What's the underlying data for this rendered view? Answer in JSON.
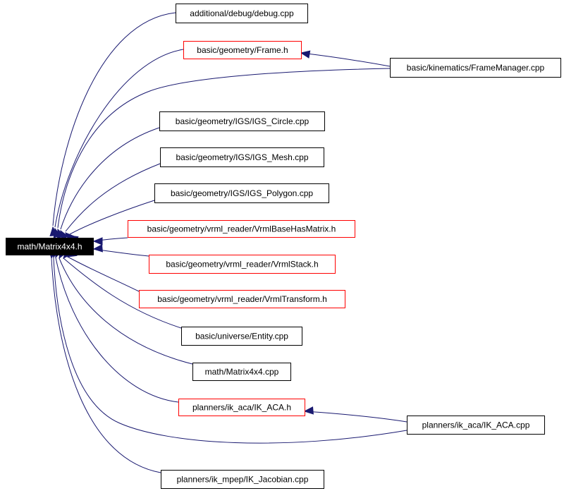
{
  "graph": {
    "root": {
      "id": "root",
      "label": "math/Matrix4x4.h"
    },
    "nodes": [
      {
        "id": "debug",
        "label": "additional/debug/debug.cpp",
        "border": "#000000"
      },
      {
        "id": "frame",
        "label": "basic/geometry/Frame.h",
        "border": "#ff0000"
      },
      {
        "id": "framemgr",
        "label": "basic/kinematics/FrameManager.cpp",
        "border": "#000000"
      },
      {
        "id": "circle",
        "label": "basic/geometry/IGS/IGS_Circle.cpp",
        "border": "#000000"
      },
      {
        "id": "mesh",
        "label": "basic/geometry/IGS/IGS_Mesh.cpp",
        "border": "#000000"
      },
      {
        "id": "polygon",
        "label": "basic/geometry/IGS/IGS_Polygon.cpp",
        "border": "#000000"
      },
      {
        "id": "vrmlbase",
        "label": "basic/geometry/vrml_reader/VrmlBaseHasMatrix.h",
        "border": "#ff0000"
      },
      {
        "id": "vrmlstack",
        "label": "basic/geometry/vrml_reader/VrmlStack.h",
        "border": "#ff0000"
      },
      {
        "id": "vrmltrans",
        "label": "basic/geometry/vrml_reader/VrmlTransform.h",
        "border": "#ff0000"
      },
      {
        "id": "entity",
        "label": "basic/universe/Entity.cpp",
        "border": "#000000"
      },
      {
        "id": "matrixcpp",
        "label": "math/Matrix4x4.cpp",
        "border": "#000000"
      },
      {
        "id": "ikacah",
        "label": "planners/ik_aca/IK_ACA.h",
        "border": "#ff0000"
      },
      {
        "id": "ikacacpp",
        "label": "planners/ik_aca/IK_ACA.cpp",
        "border": "#000000"
      },
      {
        "id": "jacobian",
        "label": "planners/ik_mpep/IK_Jacobian.cpp",
        "border": "#000000"
      }
    ],
    "edges": [
      {
        "from": "debug",
        "to": "root"
      },
      {
        "from": "frame",
        "to": "root"
      },
      {
        "from": "framemgr",
        "to": "root"
      },
      {
        "from": "framemgr",
        "to": "frame"
      },
      {
        "from": "circle",
        "to": "root"
      },
      {
        "from": "mesh",
        "to": "root"
      },
      {
        "from": "polygon",
        "to": "root"
      },
      {
        "from": "vrmlbase",
        "to": "root"
      },
      {
        "from": "vrmlstack",
        "to": "root"
      },
      {
        "from": "vrmltrans",
        "to": "root"
      },
      {
        "from": "entity",
        "to": "root"
      },
      {
        "from": "matrixcpp",
        "to": "root"
      },
      {
        "from": "ikacah",
        "to": "root"
      },
      {
        "from": "ikacacpp",
        "to": "root"
      },
      {
        "from": "ikacacpp",
        "to": "ikacah"
      },
      {
        "from": "jacobian",
        "to": "root"
      }
    ],
    "colors": {
      "edge": "#191970",
      "root_fill": "#000000",
      "root_text": "#ffffff",
      "node_fill": "#ffffff",
      "node_text": "#000000"
    }
  }
}
